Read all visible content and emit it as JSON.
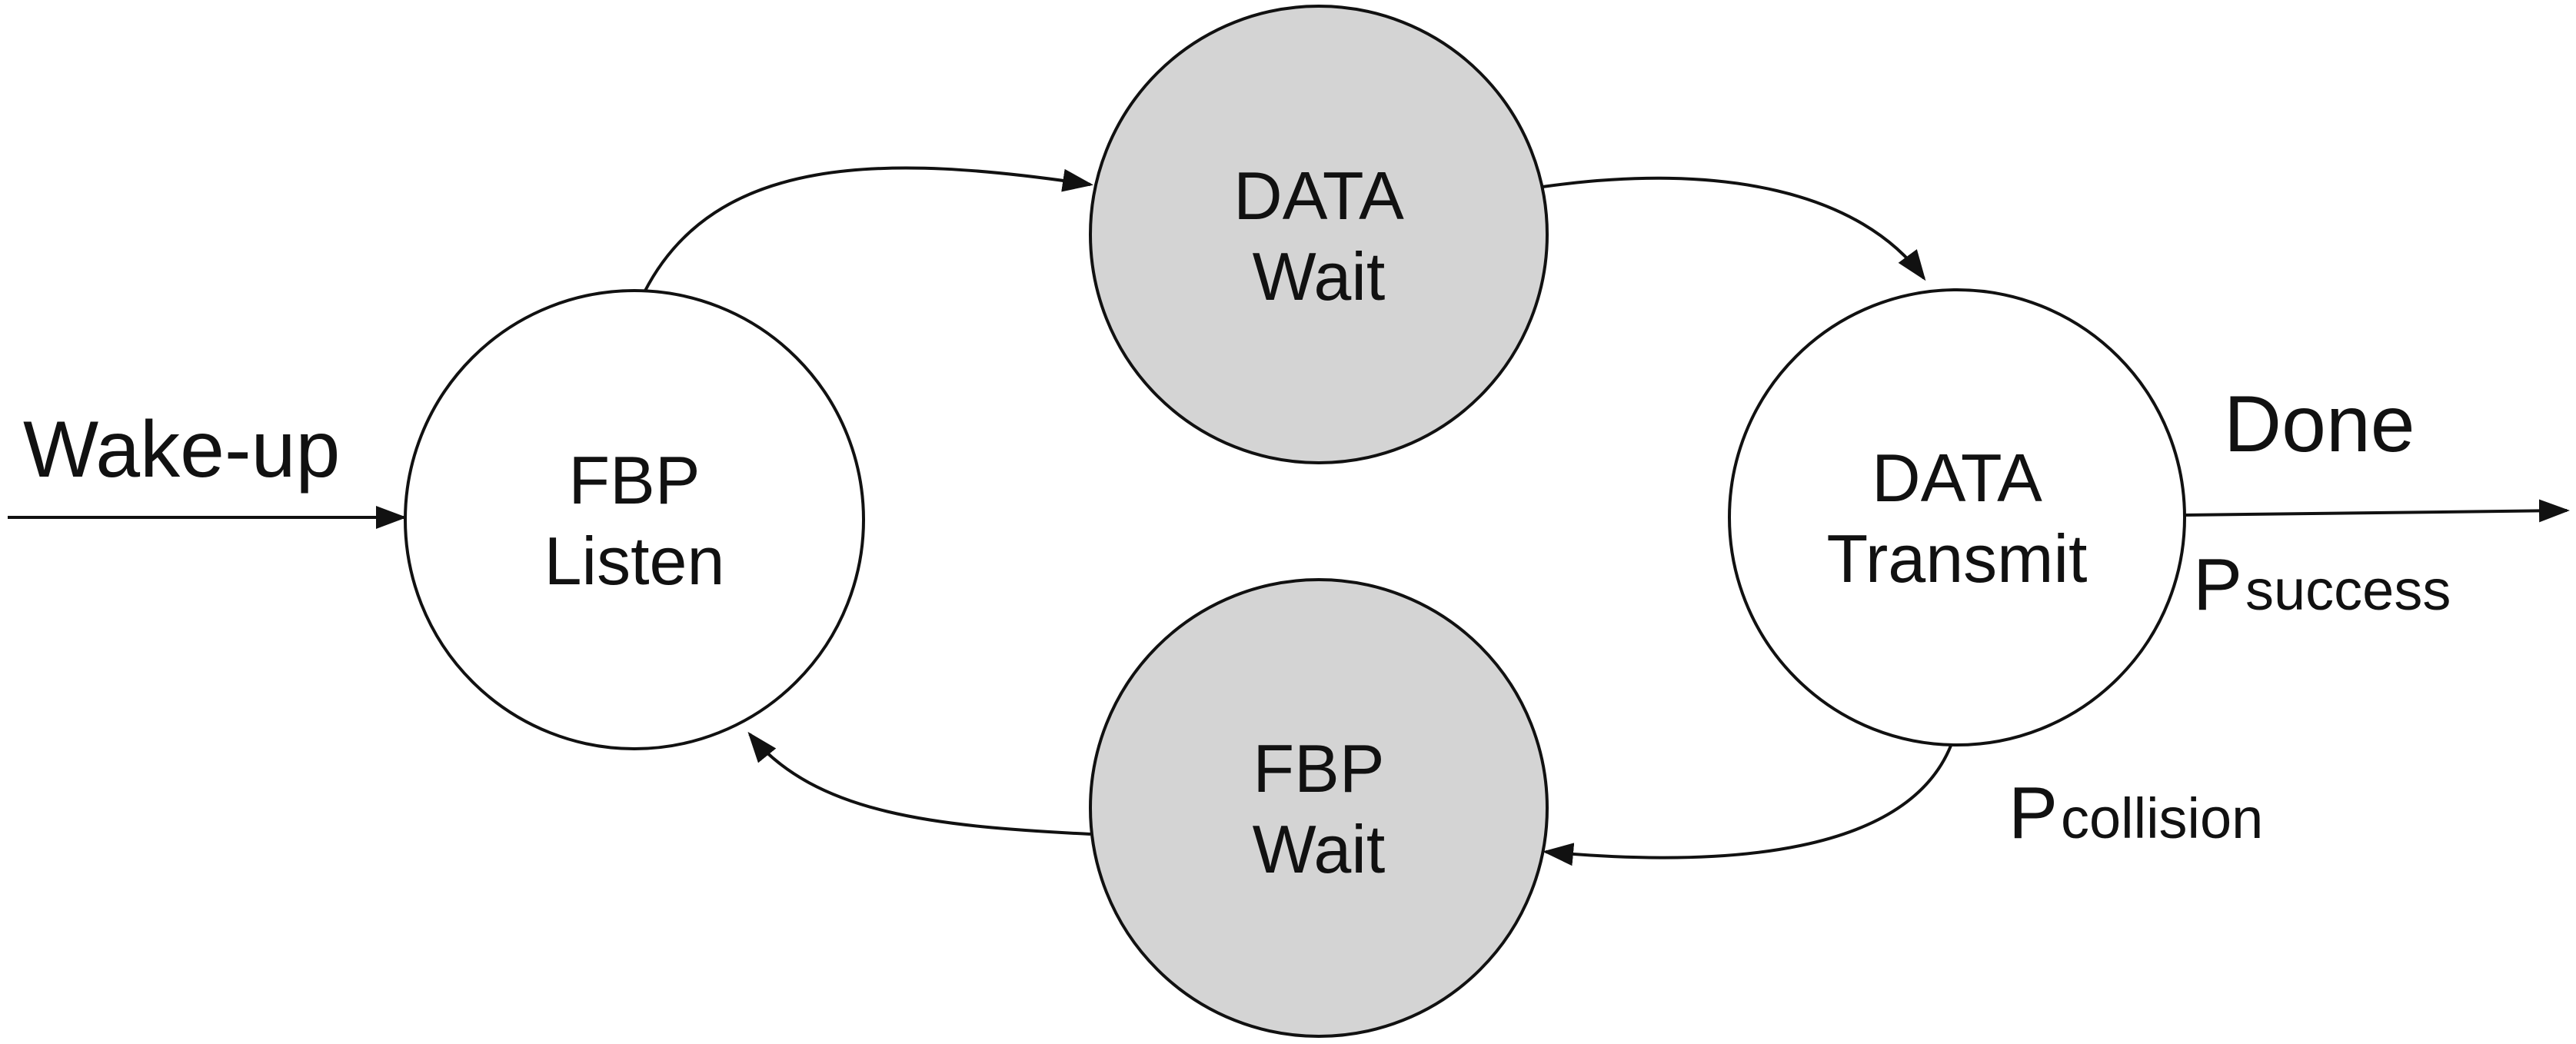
{
  "colors": {
    "background": "#ffffff",
    "stroke": "#111111",
    "wait_fill": "#d4d4d4",
    "plain_fill": "#ffffff"
  },
  "entry_label": "Wake-up",
  "states": {
    "fbp_listen": {
      "line1": "FBP",
      "line2": "Listen"
    },
    "data_wait": {
      "line1": "DATA",
      "line2": "Wait"
    },
    "data_transmit": {
      "line1": "DATA",
      "line2": "Transmit"
    },
    "fbp_wait": {
      "line1": "FBP",
      "line2": "Wait"
    }
  },
  "exit_label": "Done",
  "success_label": {
    "main": "P",
    "sub": "success"
  },
  "collision_label": {
    "main": "P",
    "sub": "collision"
  }
}
